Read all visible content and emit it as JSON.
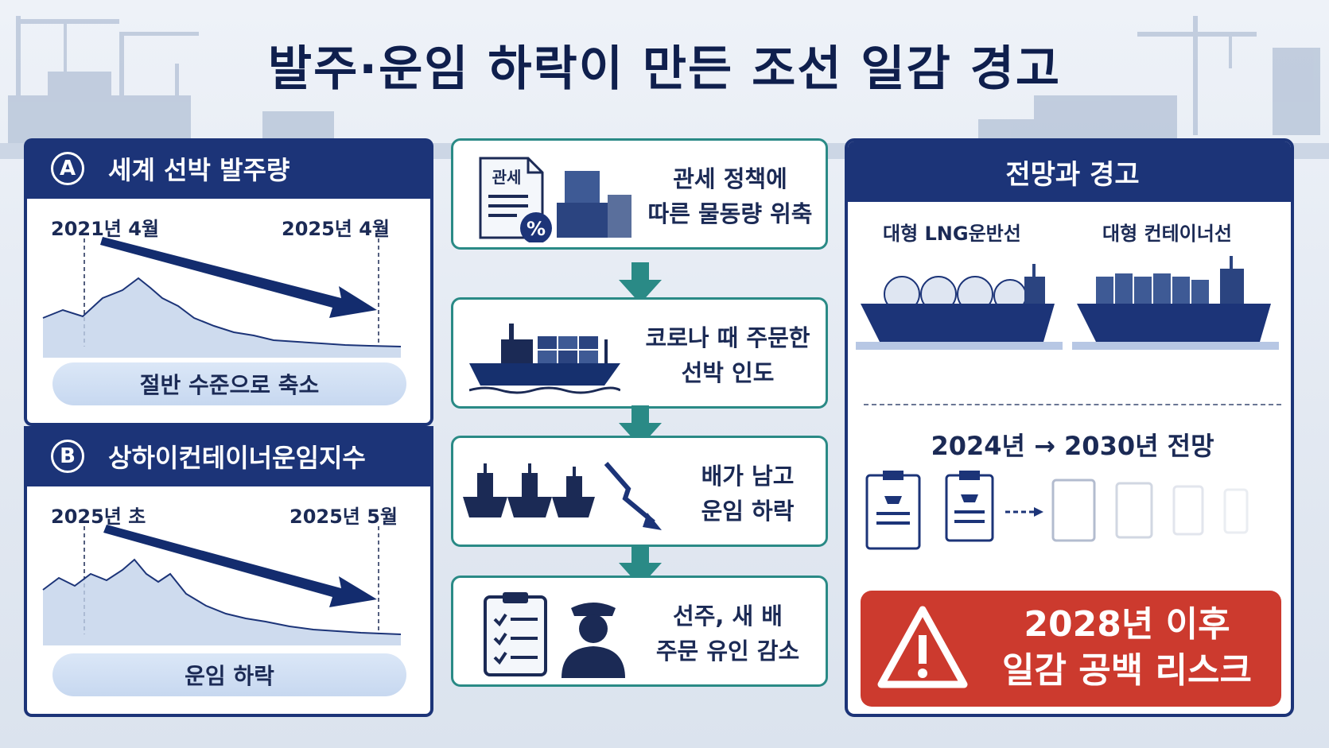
{
  "title": "발주·운임 하락이 만든 조선 일감 경고",
  "section_a": {
    "badge": "A",
    "title": "세계 선박 발주량",
    "date_start": "2021년 4월",
    "date_end": "2025년 4월",
    "caption": "절반 수준으로 축소"
  },
  "section_b": {
    "badge": "B",
    "title": "상하이컨테이너운임지수",
    "date_start": "2025년 초",
    "date_end": "2025년 5월",
    "caption": "운임 하락"
  },
  "flow": [
    {
      "line1": "관세 정책에",
      "line2": "따른 물동량 위축",
      "icon": "tariff-document-icon",
      "icon_label": "관세",
      "icon_symbol": "%"
    },
    {
      "line1": "코로나 때 주문한",
      "line2": "선박 인도",
      "icon": "container-ship-icon"
    },
    {
      "line1": "배가 남고",
      "line2": "운임 하락",
      "icon": "ships-decline-icon"
    },
    {
      "line1": "선주, 새 배",
      "line2": "주문 유인 감소",
      "icon": "shipowner-checklist-icon"
    }
  ],
  "outlook": {
    "title": "전망과 경고",
    "ship1": "대형 LNG운반선",
    "ship2": "대형 컨테이너선",
    "period": "2024년 → 2030년 전망",
    "warning_line1": "2028년 이후",
    "warning_line2": "일감 공백 리스크"
  },
  "colors": {
    "navy": "#1c3478",
    "teal": "#2a8a86",
    "warning_red": "#cc3a2e",
    "pill_blue": "#c7d8f0"
  }
}
